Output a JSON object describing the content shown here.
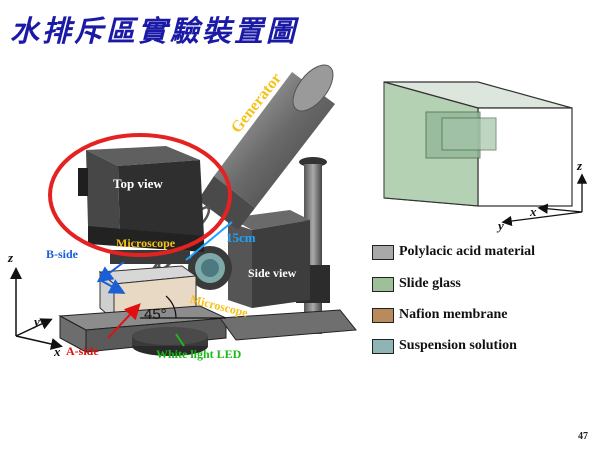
{
  "title": "水排斥區實驗裝置圖",
  "labels": {
    "top_view": "Top view",
    "generator": "Generator",
    "microscope_top": "Microscope",
    "distance": "15cm",
    "side_view": "Side view",
    "microscope_side": "Microscope",
    "b_side": "B-side",
    "a_side": "A-side",
    "angle": "45°",
    "white_light": "White light LED",
    "axis_z": "z",
    "axis_y": "y",
    "axis_x": "x"
  },
  "legend": [
    {
      "label": "Polylacic acid material",
      "color": "#a9a9a9"
    },
    {
      "label": "Slide glass",
      "color": "#9fbf9a"
    },
    {
      "label": "Nafion membrane",
      "color": "#b98a5c"
    },
    {
      "label": "Suspension solution",
      "color": "#8fb4b4"
    }
  ],
  "right_axes": {
    "z": "z",
    "y": "y",
    "x": "x"
  },
  "page_number": "47"
}
